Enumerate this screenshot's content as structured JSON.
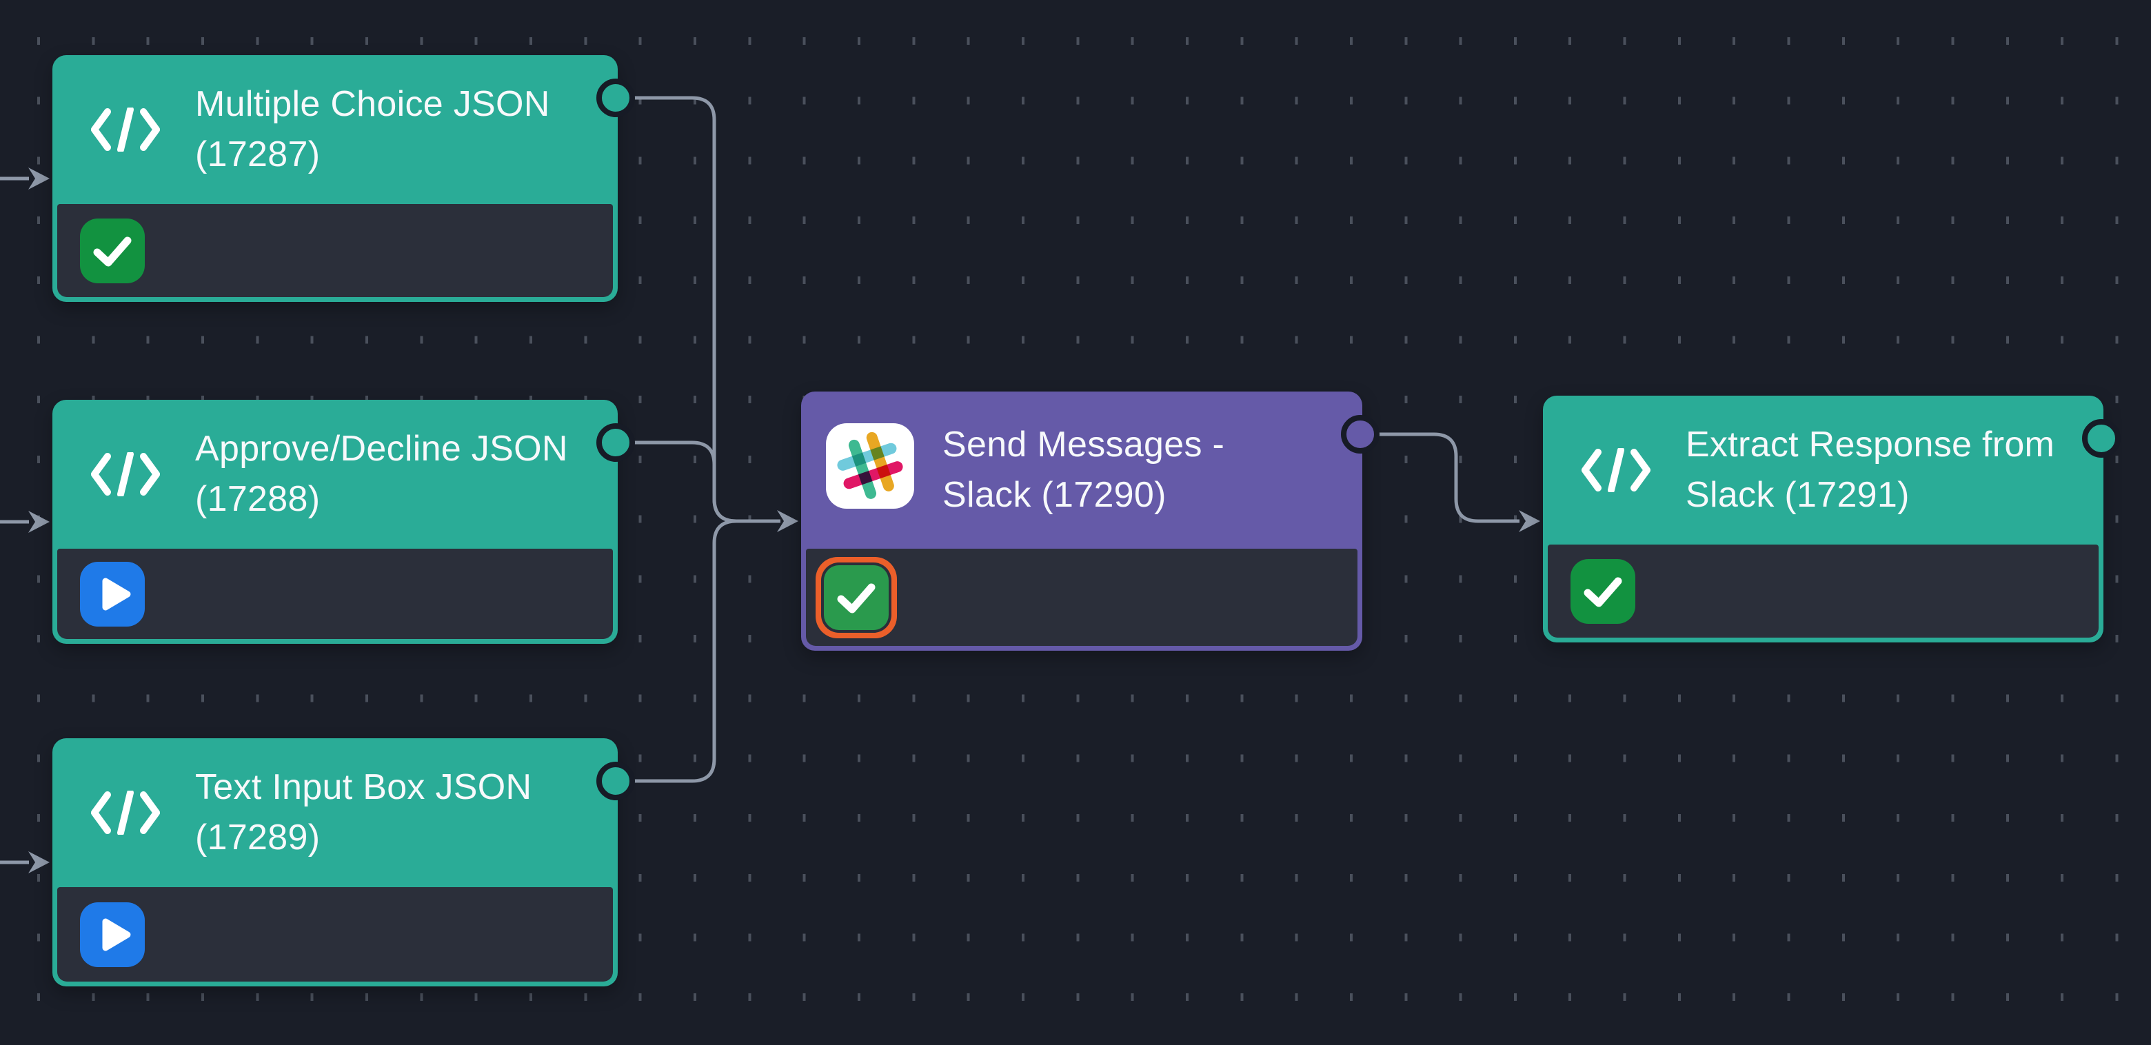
{
  "app": {
    "view": "workflow-canvas",
    "description": "node-based workflow editor canvas"
  },
  "colors": {
    "canvas_background": "#1A1E28",
    "grid_dot": "#4A505C",
    "node_code_accent": "#2AAC97",
    "node_slack_accent": "#655AA8",
    "node_body": "#2B2F3A",
    "edge": "#8E98A8",
    "status_success": "#129240",
    "status_success_selected_fill": "#2A9A4D",
    "status_selected_ring": "#EB5F2A",
    "status_ready": "#1F7AE8",
    "title_text": "#F7F9FB",
    "port_ring": "#171B26",
    "slack_green": "#3EB991",
    "slack_yellow": "#E8A723",
    "slack_blue": "#70CADC",
    "slack_pink": "#E01765"
  },
  "nodes": [
    {
      "id": "17287",
      "title": "Multiple Choice JSON (17287)",
      "type": "code",
      "type_icon": "code-icon",
      "status": "completed",
      "status_icon": "check-icon"
    },
    {
      "id": "17288",
      "title": "Approve/Decline JSON (17288)",
      "type": "code",
      "type_icon": "code-icon",
      "status": "ready",
      "status_icon": "play-icon"
    },
    {
      "id": "17289",
      "title": "Text Input Box JSON (17289)",
      "type": "code",
      "type_icon": "code-icon",
      "status": "ready",
      "status_icon": "play-icon"
    },
    {
      "id": "17290",
      "title": "Send Messages - Slack (17290)",
      "type": "slack",
      "type_icon": "slack-icon",
      "status": "completed-selected",
      "status_icon": "check-icon"
    },
    {
      "id": "17291",
      "title": "Extract Response from Slack (17291)",
      "type": "code",
      "type_icon": "code-icon",
      "status": "completed",
      "status_icon": "check-icon"
    }
  ],
  "edges": [
    {
      "from": "17287",
      "to": "17290"
    },
    {
      "from": "17288",
      "to": "17290"
    },
    {
      "from": "17289",
      "to": "17290"
    },
    {
      "from": "17290",
      "to": "17291"
    },
    {
      "from": "offscreen-left",
      "to": "17287"
    },
    {
      "from": "offscreen-left",
      "to": "17288"
    },
    {
      "from": "offscreen-left",
      "to": "17289"
    }
  ]
}
